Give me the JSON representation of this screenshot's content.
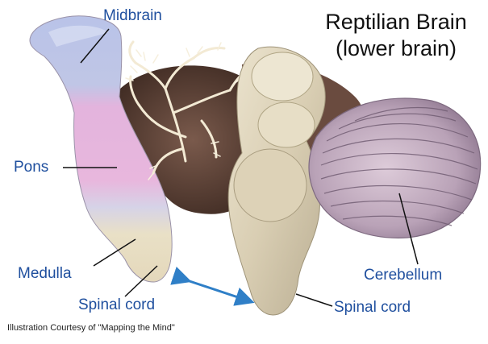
{
  "title": {
    "line1": "Reptilian Brain",
    "line2": "(lower brain)"
  },
  "labels": {
    "midbrain": "Midbrain",
    "pons": "Pons",
    "medulla": "Medulla",
    "spinal_cord_left": "Spinal cord",
    "cerebellum": "Cerebellum",
    "spinal_cord_right": "Spinal cord"
  },
  "credit": "Illustration Courtesy of \"Mapping the Mind\"",
  "colors": {
    "label_text": "#1f4f9e",
    "title_text": "#111111",
    "arrow": "#2f7fc7",
    "midbrain_region": "#b7c2e6",
    "pons_region": "#e9b5de",
    "medulla_region": "#d8d6e8",
    "stem_tissue": "#e2d9c2",
    "cerebellum_tissue": "#c9b3c6"
  }
}
